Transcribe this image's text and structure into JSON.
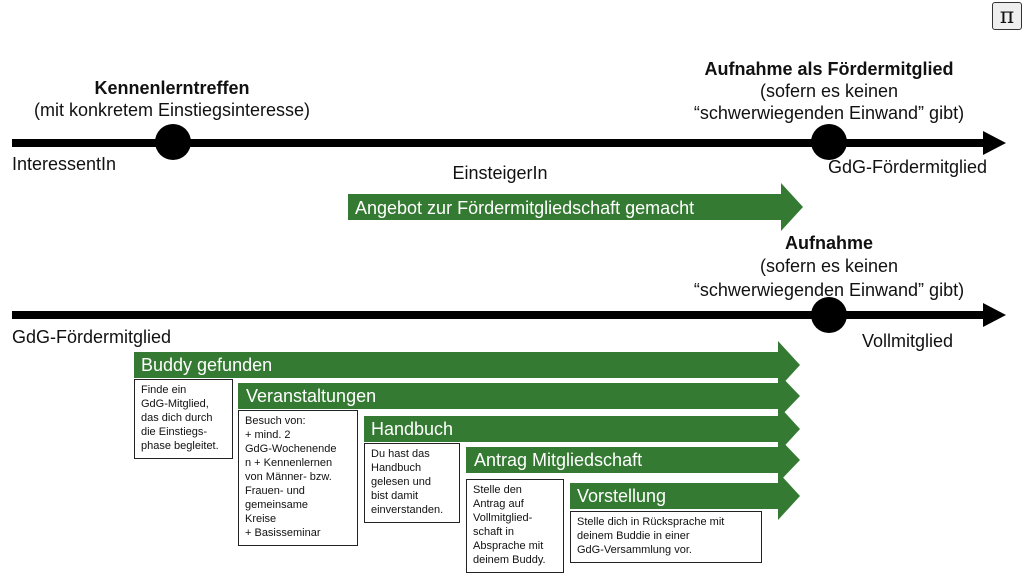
{
  "colors": {
    "arrow_green": "#357a32",
    "line": "#000000"
  },
  "logo": {
    "glyph": "π",
    "icon": "pi-logo-icon"
  },
  "timeline1": {
    "start_label": "InteressentIn",
    "end_label": "GdG-Fördermitglied",
    "middle_label": "EinsteigerIn",
    "event1": {
      "title": "Kennenlerntreffen",
      "subtitle": "(mit konkretem Einstiegsinteresse)"
    },
    "event2": {
      "title": "Aufnahme als Fördermitglied",
      "subtitle1": "(sofern es keinen",
      "subtitle2": "“schwerwiegenden Einwand” gibt)"
    },
    "offer_arrow": "Angebot zur Fördermitgliedschaft gemacht"
  },
  "timeline2": {
    "start_label": "GdG-Fördermitglied",
    "end_label": "Vollmitglied",
    "event": {
      "title": "Aufnahme",
      "subtitle1": "(sofern es keinen",
      "subtitle2": "“schwerwiegenden Einwand” gibt)"
    }
  },
  "steps": [
    {
      "label": "Buddy gefunden",
      "note": "Finde ein\nGdG-Mitglied,\ndas dich durch\ndie Einstiegs-\nphase begleitet."
    },
    {
      "label": "Veranstaltungen",
      "note": "Besuch von:\n+ mind. 2\nGdG-Wochenende\nn + Kennenlernen\nvon Männer- bzw.\nFrauen- und\ngemeinsame\nKreise\n+ Basisseminar"
    },
    {
      "label": "Handbuch",
      "note": "Du hast das\nHandbuch\ngelesen und\nbist damit\neinverstanden."
    },
    {
      "label": "Antrag Mitgliedschaft",
      "note": "Stelle den\nAntrag auf\nVollmitglied-\nschaft in\nAbsprache mit\ndeinem Buddy."
    },
    {
      "label": "Vorstellung",
      "note": "Stelle dich in Rücksprache mit\ndeinem Buddie in einer\nGdG-Versammlung vor."
    }
  ]
}
